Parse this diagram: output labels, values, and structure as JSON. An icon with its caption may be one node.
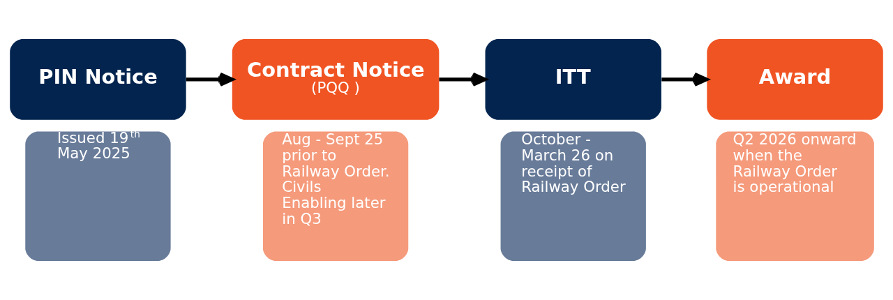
{
  "diagram": {
    "nodes": [
      {
        "text": [
          "PIN Notice"
        ]
      },
      {
        "text": [
          "Issued 19$^{th}$ May 2025"
        ]
      },
      {
        "text": [
          "Contract Notice",
          "(PQQ )"
        ]
      },
      {
        "text": [
          "Aug - Sept 25 prior to Railway Order. Civils Enabling later in Q3"
        ]
      },
      {
        "text": [
          "ITT"
        ]
      },
      {
        "text": [
          "October - March 26 on receipt of Railway Order"
        ]
      },
      {
        "text": [
          "Award"
        ]
      },
      {
        "text": [
          "Q2 2026 onward when the Railway Order is operational"
        ]
      }
    ],
    "edges": [
      {
        "from": 0,
        "to": 2,
        "arrow": "to"
      },
      {
        "from": 2,
        "to": 4,
        "arrow": "to"
      },
      {
        "from": 4,
        "to": 6,
        "arrow": "to"
      }
    ]
  }
}
